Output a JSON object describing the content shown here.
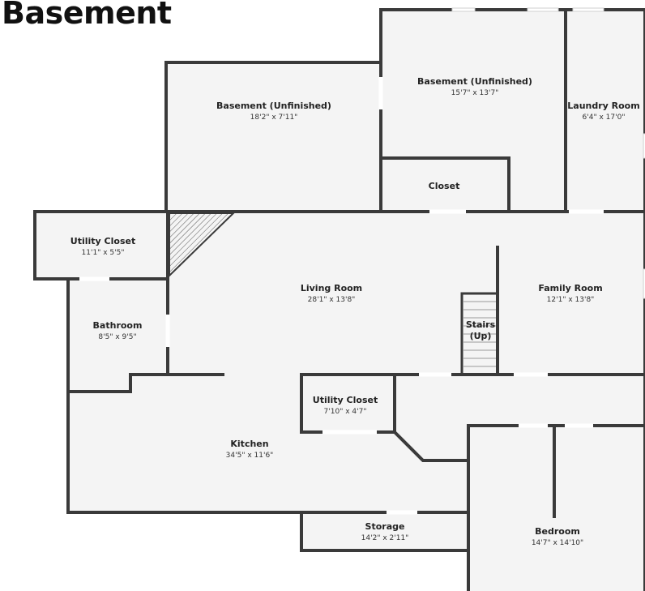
{
  "title": "Basement",
  "rooms": [
    {
      "name": "Basement (Unfinished)",
      "dims": "18'2\" x 7'11\""
    },
    {
      "name": "Basement (Unfinished)",
      "dims": "15'7\" x 13'7\""
    },
    {
      "name": "Laundry Room",
      "dims": "6'4\" x 17'0\""
    },
    {
      "name": "Closet",
      "dims": ""
    },
    {
      "name": "Utility Closet",
      "dims": "11'1\" x 5'5\""
    },
    {
      "name": "Living Room",
      "dims": "28'1\" x 13'8\""
    },
    {
      "name": "Family Room",
      "dims": "12'1\" x 13'8\""
    },
    {
      "name": "Stairs",
      "dims": "(Up)"
    },
    {
      "name": "Bathroom",
      "dims": "8'5\" x 9'5\""
    },
    {
      "name": "Utility Closet",
      "dims": "7'10\" x 4'7\""
    },
    {
      "name": "Kitchen",
      "dims": "34'5\" x 11'6\""
    },
    {
      "name": "Storage",
      "dims": "14'2\" x 2'11\""
    },
    {
      "name": "Bedroom",
      "dims": "14'7\" x 14'10\""
    }
  ],
  "colors": {
    "wall": "#3a3a3a",
    "floor": "#f4f4f4",
    "background": "#ffffff"
  }
}
